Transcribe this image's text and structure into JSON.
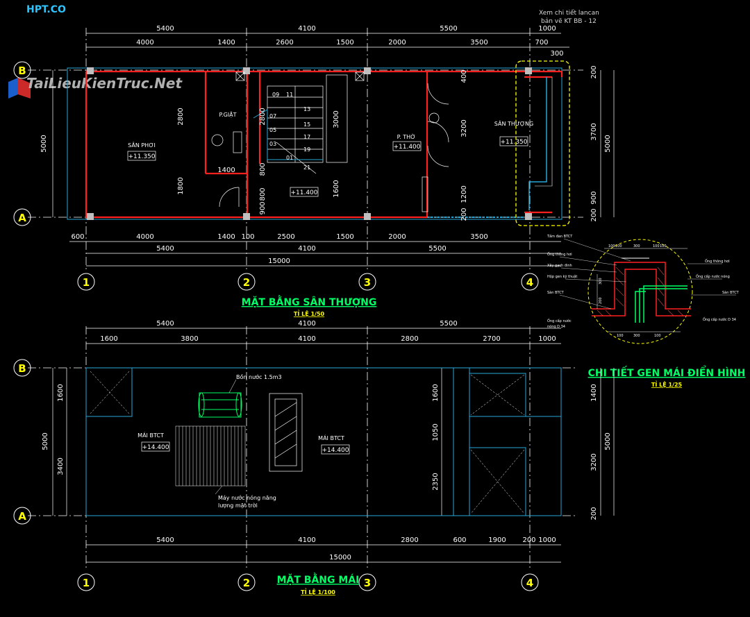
{
  "brand": "HPT.CO",
  "watermark": "TaiLieuKienTruc.Net",
  "axes": {
    "x": [
      "1",
      "2",
      "3",
      "4"
    ],
    "y": [
      "A",
      "B"
    ]
  },
  "note_top": [
    "Xem chi tiết lancan",
    "bản vẽ KT BB - 12"
  ],
  "plan1": {
    "title": "MẶT BẰNG SÂN THƯỢNG",
    "scale": "TỈ LỆ 1/50",
    "top_dims_1": [
      "5400",
      "4100",
      "5500",
      "1000"
    ],
    "top_dims_2": [
      "4000",
      "1400",
      "2600",
      "1500",
      "2000",
      "3500",
      "700",
      "300"
    ],
    "bottom_dims_1": [
      "600",
      "4000",
      "1400",
      "100",
      "2500",
      "1500",
      "2000",
      "3500"
    ],
    "bottom_dims_2": [
      "5400",
      "4100",
      "5500"
    ],
    "total": "15000",
    "left_dim": "5000",
    "right_dims": [
      "200",
      "3700",
      "900",
      "200"
    ],
    "right_total": "5000",
    "inner_dims": [
      "2800",
      "1800",
      "1400",
      "800",
      "800",
      "900",
      "3000",
      "1600",
      "2800",
      "400",
      "3200",
      "1200",
      "200"
    ],
    "stair_numbers": [
      "09",
      "11",
      "07",
      "13",
      "05",
      "15",
      "03",
      "17",
      "19",
      "01",
      "21"
    ],
    "rooms": [
      {
        "name": "SÂN PHƠI",
        "level": "+11.350"
      },
      {
        "name": "P.GIẶT",
        "level": ""
      },
      {
        "name": "",
        "level": "+11.400"
      },
      {
        "name": "P. THỜ",
        "level": "+11.400"
      },
      {
        "name": "SÂN THƯỢNG",
        "level": "+11.350"
      }
    ]
  },
  "detail": {
    "title": "CHI TIẾT GEN MÁI ĐIỂN HÌNH",
    "scale": "TỈ LỆ 1/25",
    "top_dims": [
      "100",
      "100",
      "300",
      "100",
      "100"
    ],
    "bottom_dims": [
      "100",
      "300",
      "100"
    ],
    "side_dims": [
      "300",
      "200"
    ],
    "labels_left": [
      "Tấm đan BTCT",
      "Ống thông hơi",
      "Xây gạch đinh",
      "Hộp gen kỹ thuật",
      "Sàn BTCT",
      "Ống cấp nước",
      "nóng D 34"
    ],
    "labels_right": [
      "Ống thông hơi",
      "Ống cấp nước nóng",
      "Sàn BTCT",
      "Ống cấp nước D 34"
    ]
  },
  "plan2": {
    "title": "MẶT BẰNG MÁI",
    "scale": "TỈ LỆ 1/100",
    "top_dims_1": [
      "5400",
      "4100",
      "5500"
    ],
    "top_dims_2": [
      "1600",
      "3800",
      "4100",
      "2800",
      "2700",
      "1000"
    ],
    "bottom_dims_1": [
      "5400",
      "4100",
      "2800",
      "600",
      "1900",
      "200",
      "1000"
    ],
    "total": "15000",
    "left_dims": [
      "1600",
      "3400"
    ],
    "left_total": "5000",
    "right_dims": [
      "1400",
      "3200",
      "200"
    ],
    "right_total": "5000",
    "inner_dims": [
      "1600",
      "1050",
      "2350"
    ],
    "tank_label": "Bồn nước 1.5m3",
    "heater_label": [
      "Máy nước nóng năng",
      "lượng mặt trời"
    ],
    "roof1": {
      "name": "MÁI BTCT",
      "level": "+14.400"
    },
    "roof2": {
      "name": "MÁI BTCT",
      "level": "+14.400"
    }
  },
  "colors": {
    "wall": "#ff2020",
    "grid": "#ffffff",
    "dim": "#ffffff",
    "green": "#00ff66",
    "yellow": "#ffff00",
    "cyan": "#27a7d8"
  }
}
